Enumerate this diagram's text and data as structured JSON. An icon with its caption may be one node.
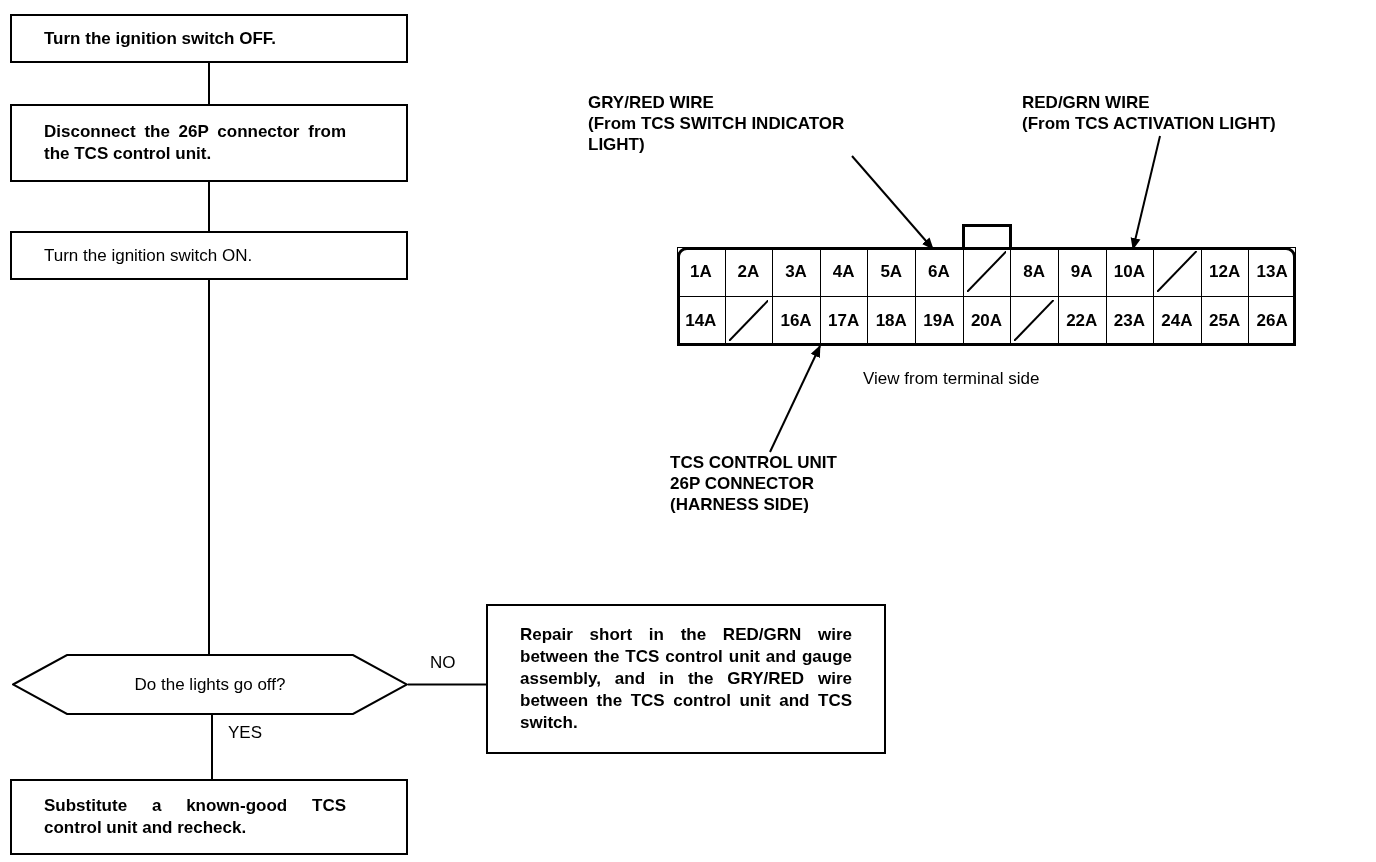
{
  "diagram": {
    "nodes": [
      {
        "text": [
          "Turn the ignition switch OFF."
        ]
      },
      {
        "text": [
          "Disconnect the 26P connector from the TCS control unit."
        ]
      },
      {
        "text": [
          "Turn the ignition switch ON."
        ]
      },
      {
        "text": [
          "Do the lights go off?"
        ]
      },
      {
        "text": [
          "Repair short in the RED/GRN wire between the TCS control unit and gauge assembly, and in the GRY/RED wire between the TCS control unit and TCS switch."
        ]
      },
      {
        "text": [
          "Substitute a known-good TCS control unit and recheck."
        ]
      },
      {
        "text": [
          "GRY/RED WIRE",
          "(From TCS SWITCH INDICATOR LIGHT)"
        ]
      },
      {
        "text": [
          "RED/GRN WIRE",
          "(From TCS ACTIVATION LIGHT)"
        ]
      },
      {
        "text": [
          "TCS CONTROL UNIT 26P CONNECTOR (HARNESS SIDE)"
        ]
      },
      {
        "text": [],
        "shape": "box",
        "beside": [
          "View from terminal side"
        ]
      }
    ],
    "edges": [
      {
        "from": 0,
        "to": 1,
        "arrow": "none"
      },
      {
        "from": 1,
        "to": 2,
        "arrow": "none"
      },
      {
        "from": 2,
        "to": 3,
        "arrow": "none"
      },
      {
        "from": 3,
        "to": 4,
        "arrow": "none",
        "label": "NO"
      },
      {
        "from": 3,
        "to": 5,
        "arrow": "none",
        "label": "YES"
      },
      {
        "from": 6,
        "to": 9,
        "arrow": "to"
      },
      {
        "from": 7,
        "to": 9,
        "arrow": "to"
      },
      {
        "from": 8,
        "to": 9,
        "arrow": "to"
      }
    ],
    "labels": [
      "1A",
      "2A",
      "3A",
      "4A",
      "5A",
      "6A",
      "8A",
      "9A",
      "10A",
      "12A",
      "13A",
      "14A",
      "16A",
      "17A",
      "18A",
      "19A",
      "20A",
      "22A",
      "23A",
      "24A",
      "25A",
      "26A"
    ]
  }
}
